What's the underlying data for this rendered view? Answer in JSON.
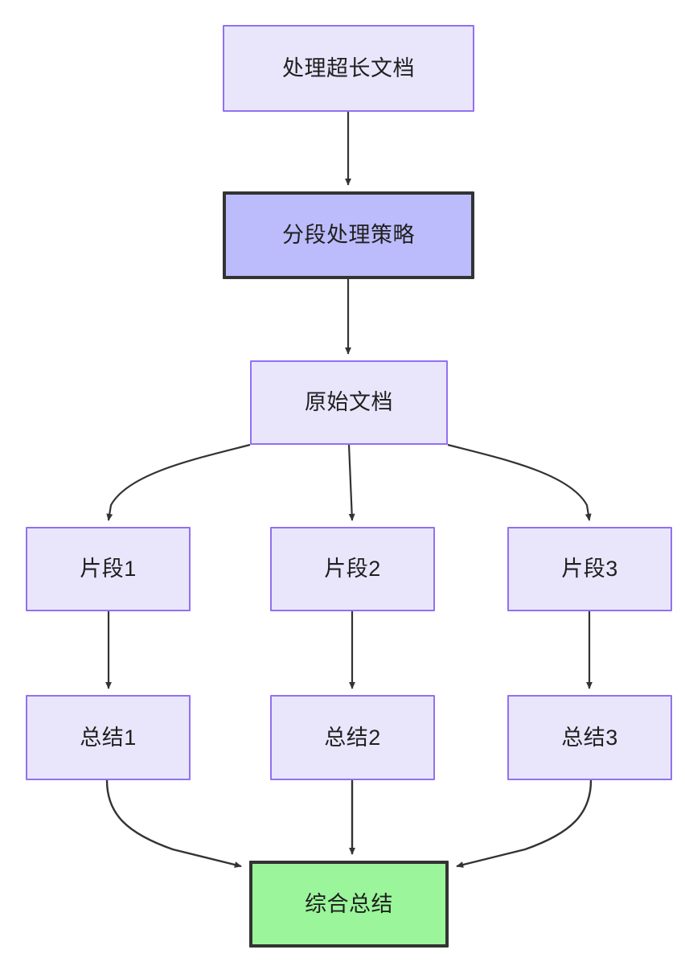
{
  "diagram": {
    "type": "flowchart",
    "direction": "top-to-bottom",
    "background_color": "#ffffff",
    "edge_color": "#333333",
    "nodes": [
      {
        "id": "n1",
        "label": "处理超长文档",
        "style": "default",
        "fill": "#e9e6fc",
        "stroke": "#9370f0"
      },
      {
        "id": "n2",
        "label": "分段处理策略",
        "style": "highlight",
        "fill": "#bcbcfc",
        "stroke": "#333333"
      },
      {
        "id": "n3",
        "label": "原始文档",
        "style": "default",
        "fill": "#e9e6fc",
        "stroke": "#9370f0"
      },
      {
        "id": "n4",
        "label": "片段1",
        "style": "default",
        "fill": "#e9e6fc",
        "stroke": "#9370f0"
      },
      {
        "id": "n5",
        "label": "片段2",
        "style": "default",
        "fill": "#e9e6fc",
        "stroke": "#9370f0"
      },
      {
        "id": "n6",
        "label": "片段3",
        "style": "default",
        "fill": "#e9e6fc",
        "stroke": "#9370f0"
      },
      {
        "id": "n7",
        "label": "总结1",
        "style": "default",
        "fill": "#e9e6fc",
        "stroke": "#9370f0"
      },
      {
        "id": "n8",
        "label": "总结2",
        "style": "default",
        "fill": "#e9e6fc",
        "stroke": "#9370f0"
      },
      {
        "id": "n9",
        "label": "总结3",
        "style": "default",
        "fill": "#e9e6fc",
        "stroke": "#9370f0"
      },
      {
        "id": "n10",
        "label": "综合总结",
        "style": "result",
        "fill": "#9bf59b",
        "stroke": "#333333"
      }
    ],
    "edges": [
      {
        "from": "处理超长文档",
        "to": "分段处理策略",
        "label": ""
      },
      {
        "from": "分段处理策略",
        "to": "原始文档",
        "label": ""
      },
      {
        "from": "原始文档",
        "to": "片段1",
        "label": ""
      },
      {
        "from": "原始文档",
        "to": "片段2",
        "label": ""
      },
      {
        "from": "原始文档",
        "to": "片段3",
        "label": ""
      },
      {
        "from": "片段1",
        "to": "总结1",
        "label": ""
      },
      {
        "from": "片段2",
        "to": "总结2",
        "label": ""
      },
      {
        "from": "片段3",
        "to": "总结3",
        "label": ""
      },
      {
        "from": "总结1",
        "to": "综合总结",
        "label": ""
      },
      {
        "from": "总结2",
        "to": "综合总结",
        "label": ""
      },
      {
        "from": "总结3",
        "to": "综合总结",
        "label": ""
      }
    ]
  }
}
